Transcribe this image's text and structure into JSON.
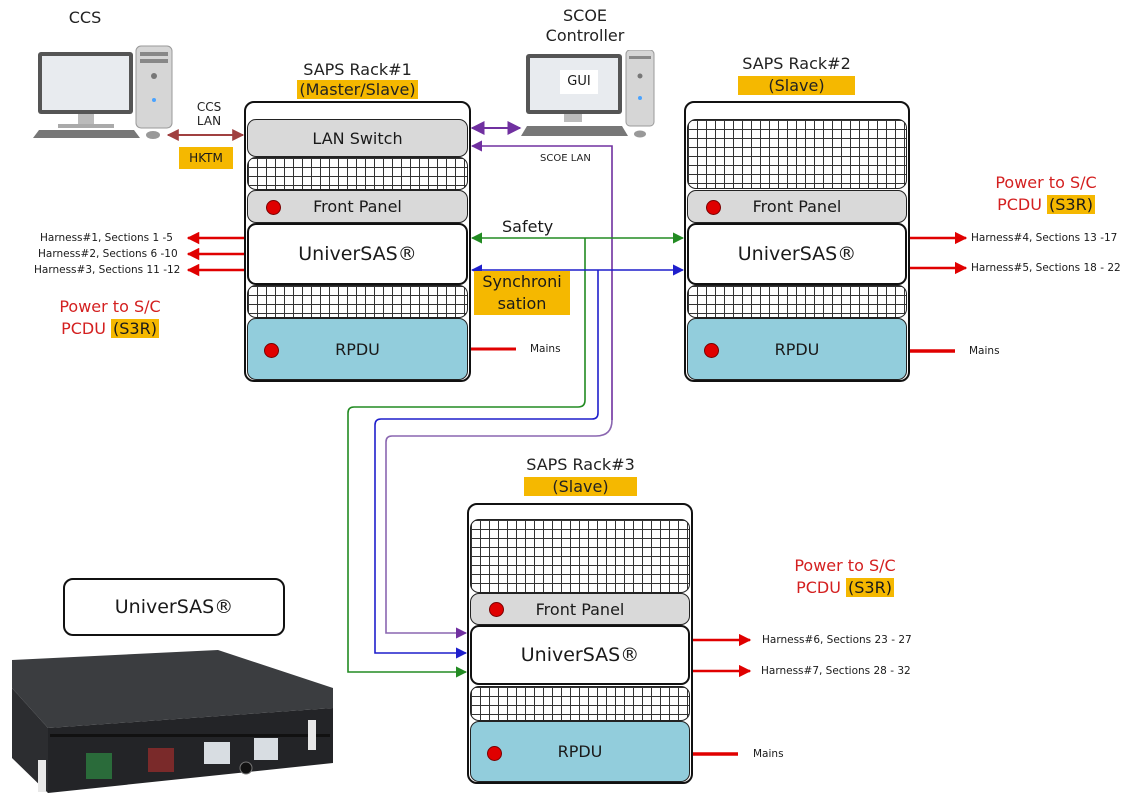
{
  "ccs": {
    "title": "CCS",
    "lan_label_line1": "CCS",
    "lan_label_line2": "LAN",
    "hktm": "HKTM"
  },
  "scoe": {
    "title_line1": "SCOE",
    "title_line2": "Controller",
    "screen_label": "GUI",
    "lan_label": "SCOE LAN"
  },
  "links": {
    "safety": "Safety",
    "sync_line1": "Synchroni",
    "sync_line2": "sation",
    "colors": {
      "lan": "#7030a0",
      "safety": "#228b22",
      "sync": "#1f1fcc",
      "power": "#e00000",
      "ccs_lan": "#a04040"
    }
  },
  "racks": [
    {
      "title": "SAPS Rack#1",
      "role": "(Master/Slave)",
      "slots": {
        "lan_switch": "LAN Switch",
        "front_panel": "Front Panel",
        "universas": "UniverSAS®",
        "rpdu": "RPDU"
      },
      "mains": "Mains",
      "harnesses": [
        "Harness#1, Sections 1 -5",
        "Harness#2, Sections 6 -10",
        "Harness#3, Sections 11 -12"
      ],
      "power_line1": "Power to S/C",
      "power_line2_prefix": "PCDU ",
      "power_line2_hl": "(S3R)"
    },
    {
      "title": "SAPS Rack#2",
      "role": "(Slave)",
      "slots": {
        "front_panel": "Front Panel",
        "universas": "UniverSAS®",
        "rpdu": "RPDU"
      },
      "mains": "Mains",
      "harnesses": [
        "Harness#4, Sections 13 -17",
        "Harness#5, Sections 18 - 22"
      ],
      "power_line1": "Power to S/C",
      "power_line2_prefix": "PCDU ",
      "power_line2_hl": "(S3R)"
    },
    {
      "title": "SAPS Rack#3",
      "role": "(Slave)",
      "slots": {
        "front_panel": "Front Panel",
        "universas": "UniverSAS®",
        "rpdu": "RPDU"
      },
      "mains": "Mains",
      "harnesses": [
        "Harness#6, Sections 23 - 27",
        "Harness#7, Sections 28 - 32"
      ],
      "power_line1": "Power to S/C",
      "power_line2_prefix": "PCDU ",
      "power_line2_hl": "(S3R)"
    }
  ],
  "product": {
    "label": "UniverSAS®"
  }
}
